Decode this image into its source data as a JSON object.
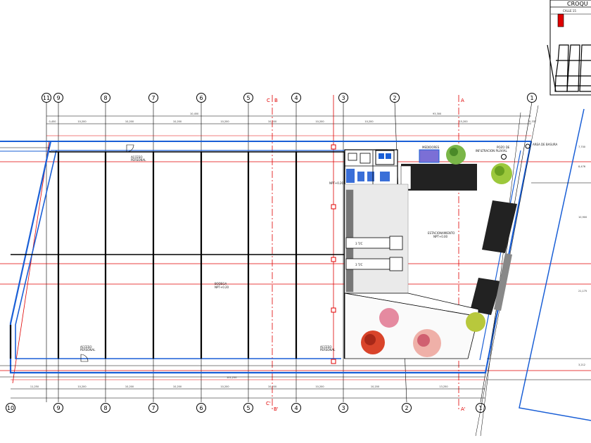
{
  "croquis": {
    "title": "CROQU",
    "street_label": "CALLE 15"
  },
  "axes": {
    "columns": [
      "11",
      "9",
      "8",
      "7",
      "6",
      "5",
      "4",
      "3",
      "2",
      "1"
    ],
    "bottom_extra": [
      "10",
      "9",
      "8",
      "7",
      "6",
      "5",
      "4",
      "3",
      "2",
      "1"
    ]
  },
  "cuts": {
    "top": [
      {
        "letter": "B",
        "side": "C"
      },
      {
        "letter": "A",
        "side": ""
      }
    ],
    "bottom": [
      {
        "letter": "B'",
        "side": "C'"
      },
      {
        "letter": "A'",
        "side": ""
      }
    ]
  },
  "dimensions": {
    "top_row1": [
      "0,450",
      "10,200",
      "10,200",
      "10,200",
      "10,200",
      "10,200",
      "10,200",
      "10,200",
      "15,200",
      "10,337"
    ],
    "top_total": "10,450",
    "top_total2": "93,300",
    "bottom_row1": [
      "11,250",
      "10,200",
      "10,200",
      "10,200",
      "10,200",
      "10,200",
      "10,200",
      "10,200",
      "13,250"
    ],
    "bottom_total": "101,250"
  },
  "labels": {
    "bodega": "BODEGA",
    "bodega_sub": "NPT+0.20",
    "estacionamiento": "ESTACIONAMIENTO",
    "estacionamiento_sub": "NPT+0.00",
    "pozo": "POZO DE",
    "pozo_sub": "INFILTRACION PLUVIAL",
    "basura": "AREA DE BASURA",
    "medidores": "MEDIDORES",
    "acceso_sup": "ACCESO",
    "acceso_sup_sub": "PERSONAL",
    "acceso_inf": "ACCESO",
    "acceso_inf_sub": "PERSONAL",
    "acceso_inf2": "ACCESO",
    "acceso_inf2_sub": "PERSONAL",
    "camion1": "3 T/C",
    "camion2": "3 T/C",
    "nivel": "NPT+0.20"
  },
  "right_dims": [
    "7,700",
    "8,476",
    "10,900",
    "21,175",
    "3,212"
  ]
}
